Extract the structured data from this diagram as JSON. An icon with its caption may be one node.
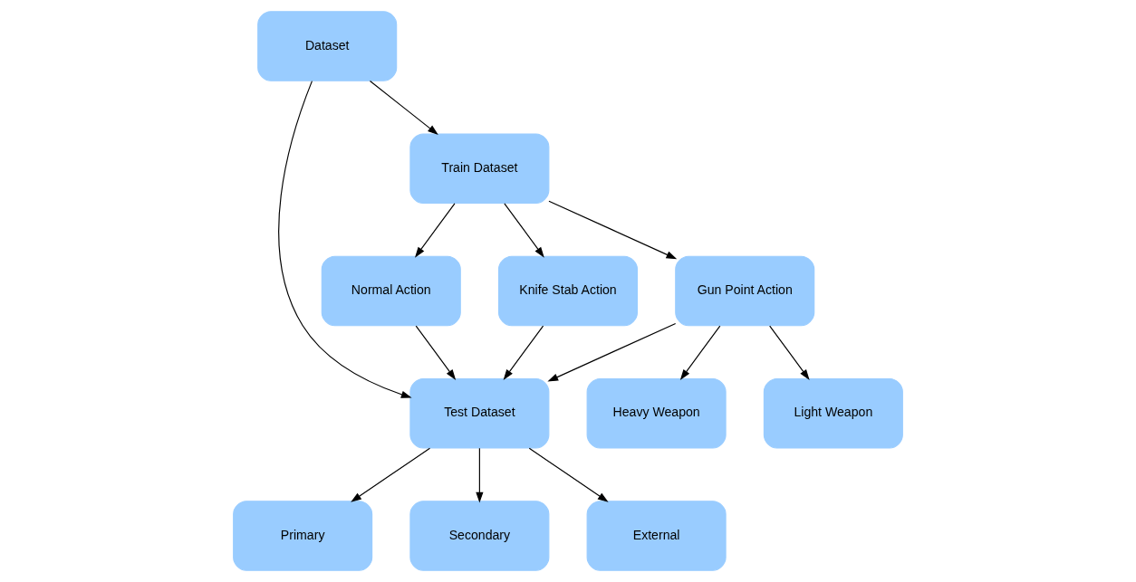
{
  "diagram": {
    "nodes": [
      {
        "text": [
          "Train Dataset"
        ]
      },
      {
        "text": [
          "Light Weapon"
        ]
      },
      {
        "text": [
          "Dataset"
        ]
      },
      {
        "text": [
          "Normal Action"
        ]
      },
      {
        "text": [
          "Knife Stab Action"
        ]
      },
      {
        "text": [
          "Gun Point Action"
        ]
      },
      {
        "text": [
          "Heavy Weapon"
        ]
      },
      {
        "text": [
          "Test Dataset"
        ]
      },
      {
        "text": [
          "Primary"
        ]
      },
      {
        "text": [
          "Secondary"
        ]
      },
      {
        "text": [
          "External"
        ]
      }
    ],
    "edges": [
      {
        "from": 2,
        "to": 0,
        "arrow": "to"
      },
      {
        "from": 2,
        "to": 7,
        "arrow": "to"
      },
      {
        "from": 0,
        "to": 3,
        "arrow": "to"
      },
      {
        "from": 0,
        "to": 4,
        "arrow": "to"
      },
      {
        "from": 0,
        "to": 5,
        "arrow": "to"
      },
      {
        "from": 5,
        "to": 1,
        "arrow": "to"
      },
      {
        "from": 5,
        "to": 6,
        "arrow": "to"
      },
      {
        "from": 3,
        "to": 7,
        "arrow": "to"
      },
      {
        "from": 4,
        "to": 7,
        "arrow": "to"
      },
      {
        "from": 5,
        "to": 7,
        "arrow": "to"
      },
      {
        "from": 7,
        "to": 8,
        "arrow": "to"
      },
      {
        "from": 7,
        "to": 9,
        "arrow": "to"
      },
      {
        "from": 7,
        "to": 10,
        "arrow": "to"
      }
    ]
  }
}
